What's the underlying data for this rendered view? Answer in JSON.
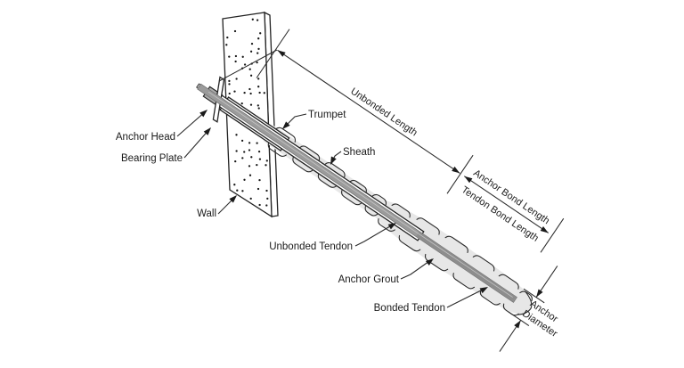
{
  "diagram": {
    "component_labels": {
      "anchor_head": "Anchor Head",
      "bearing_plate": "Bearing Plate",
      "wall": "Wall",
      "trumpet": "Trumpet",
      "sheath": "Sheath",
      "unbonded_tendon": "Unbonded Tendon",
      "anchor_grout": "Anchor Grout",
      "bonded_tendon": "Bonded Tendon"
    },
    "dimension_labels": {
      "unbonded_length": "Unbonded Length",
      "anchor_bond_length": "Anchor Bond Length",
      "tendon_bond_length": "Tendon Bond Length",
      "anchor_diameter_line1": "Anchor",
      "anchor_diameter_line2": "Diameter"
    },
    "colors": {
      "line": "#1a1a1a",
      "grout_fill": "#e7e7e7",
      "tendon_fill": "#9b9b9b",
      "bonded_tendon_fill": "#8d8d8d",
      "anchor_head_fill": "#ababab",
      "background": "#ffffff"
    }
  }
}
